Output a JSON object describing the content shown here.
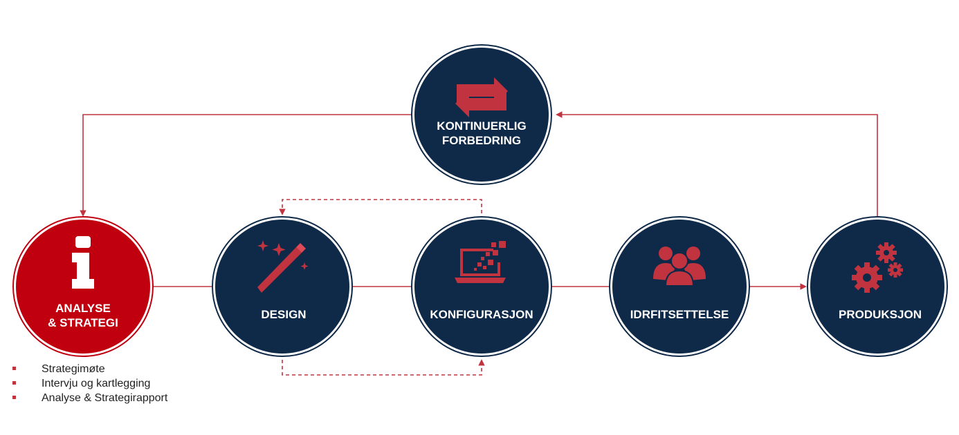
{
  "colors": {
    "navy": "#0f2a48",
    "ring": "#0f2a48",
    "red": "#c0333f",
    "analyse_fill": "#c0000f",
    "white": "#ffffff"
  },
  "nodes": {
    "kontinuerlig": {
      "line1": "KONTINUERLIG",
      "line2": "FORBEDRING",
      "icon": "refresh-arrows-icon"
    },
    "analyse": {
      "line1": "ANALYSE",
      "line2": "& STRATEGI",
      "icon": "info-icon"
    },
    "design": {
      "label": "DESIGN",
      "icon": "magic-wand-icon"
    },
    "konfigurasjon": {
      "label": "KONFIGURASJON",
      "icon": "laptop-icon"
    },
    "idrfitsettelse": {
      "label": "IDRFITSETTELSE",
      "icon": "people-group-icon"
    },
    "produksjon": {
      "label": "PRODUKSJON",
      "icon": "gears-icon"
    }
  },
  "analyse_items": [
    "Strategimøte",
    "Intervju og kartlegging",
    "Analyse & Strategirapport"
  ]
}
